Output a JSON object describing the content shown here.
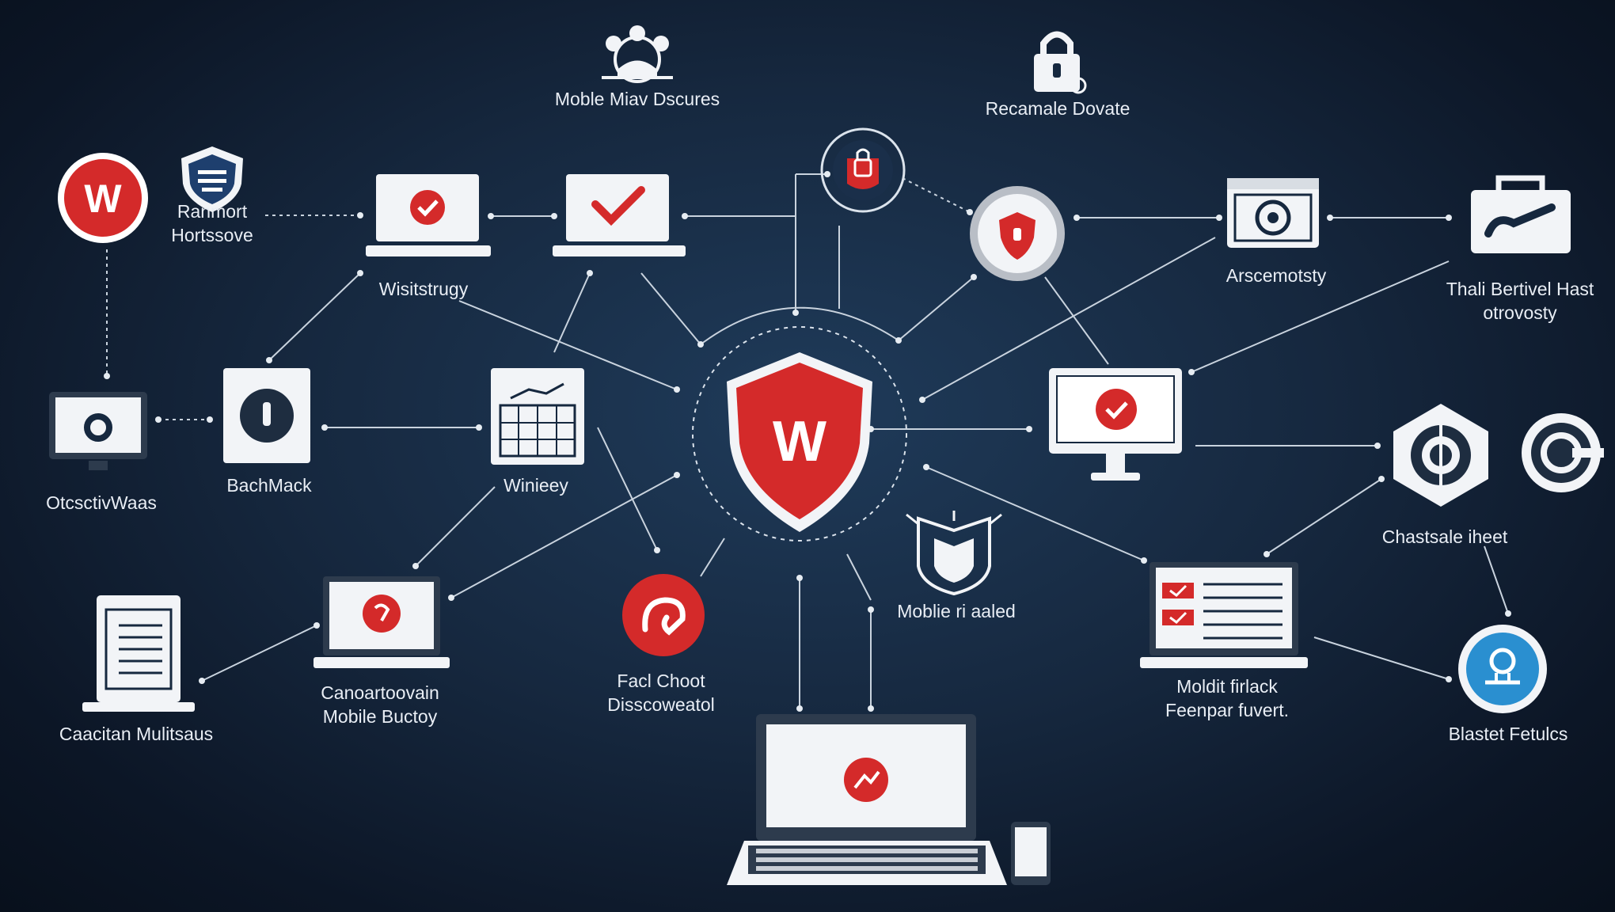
{
  "colors": {
    "accent_red": "#d42a2a",
    "icon_white": "#f2f4f7",
    "line": "#c9d3de",
    "bg": "#16283f",
    "blue": "#2a8fd0"
  },
  "center": {
    "label": "W",
    "icon": "shield-w-icon"
  },
  "nodes": [
    {
      "id": "w-badge",
      "icon": "w-badge-icon",
      "label_lines": []
    },
    {
      "id": "ransom-hortssove",
      "icon": "shield-icon",
      "label_lines": [
        "Ranmort",
        "Hortssove"
      ]
    },
    {
      "id": "wisitstrugy",
      "icon": "laptop-check-icon",
      "label_lines": [
        "Wisitstrugy"
      ]
    },
    {
      "id": "laptop-check-2",
      "icon": "laptop-check-icon",
      "label_lines": []
    },
    {
      "id": "mobile-discures",
      "icon": "network-people-icon",
      "label_lines": [
        "Moble Miav Dscures"
      ]
    },
    {
      "id": "lock-circle",
      "icon": "lock-icon",
      "label_lines": []
    },
    {
      "id": "recamale-dovate",
      "icon": "padlock-icon",
      "label_lines": [
        "Recamale Dovate"
      ]
    },
    {
      "id": "shield-circle",
      "icon": "shield-icon",
      "label_lines": []
    },
    {
      "id": "arscemotsty",
      "icon": "browser-window-icon",
      "label_lines": [
        "Arscemotsty"
      ]
    },
    {
      "id": "thali-bertivel",
      "icon": "briefcase-icon",
      "label_lines": [
        "Thali Bertivel Hast",
        "otrovosty"
      ]
    },
    {
      "id": "obsectwaas",
      "icon": "monitor-icon",
      "label_lines": [
        "OtcsctivWaas"
      ]
    },
    {
      "id": "bachmack",
      "icon": "keyhole-icon",
      "label_lines": [
        "BachMack"
      ]
    },
    {
      "id": "winieey",
      "icon": "calendar-chart-icon",
      "label_lines": [
        "Winieey"
      ]
    },
    {
      "id": "monitor-check",
      "icon": "monitor-check-icon",
      "label_lines": []
    },
    {
      "id": "chastsale-itheet",
      "icon": "target-icon",
      "label_lines": [
        "Chastsale iheet"
      ]
    },
    {
      "id": "c-icon",
      "icon": "c-circle-icon",
      "label_lines": []
    },
    {
      "id": "cacaicitan",
      "icon": "tablet-list-icon",
      "label_lines": [
        "Caacitan Mulitsaus"
      ]
    },
    {
      "id": "canoartoovain",
      "icon": "laptop-power-icon",
      "label_lines": [
        "Canoartoovain",
        "Mobile Buctoy"
      ]
    },
    {
      "id": "fad-choot",
      "icon": "link-circle-icon",
      "label_lines": [
        "Facl Choot",
        "Disscoweatol"
      ]
    },
    {
      "id": "mobile-raaled",
      "icon": "shield-outline-icon",
      "label_lines": [
        "Moblie ri aaled"
      ]
    },
    {
      "id": "moidit-firlack",
      "icon": "laptop-list-icon",
      "label_lines": [
        "Moldit firlack",
        "Feenpar fuvert."
      ]
    },
    {
      "id": "blastet-fetucs",
      "icon": "blue-user-icon",
      "label_lines": [
        "Blastet Fetulcs"
      ]
    },
    {
      "id": "big-laptop",
      "icon": "laptop-trend-icon",
      "label_lines": []
    }
  ]
}
